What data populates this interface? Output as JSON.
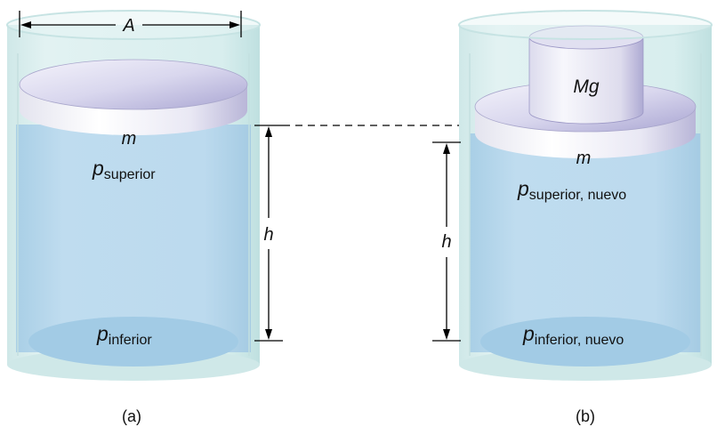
{
  "figure": {
    "panel_a": {
      "width_label": "A",
      "mass_label": "m",
      "top_pressure": {
        "symbol": "p",
        "subscript": "superior"
      },
      "bottom_pressure": {
        "symbol": "p",
        "subscript": "inferior"
      },
      "height_label": "h",
      "caption": "(a)"
    },
    "panel_b": {
      "weight_label": "Mg",
      "mass_label": "m",
      "top_pressure": {
        "symbol": "p",
        "subscript": "superior, nuevo"
      },
      "bottom_pressure": {
        "symbol": "p",
        "subscript": "inferior, nuevo"
      },
      "height_label": "h",
      "caption": "(b)"
    },
    "colors": {
      "glass": "#d5ecec",
      "glass_edge": "#b9dcdc",
      "water": "#b9d8ec",
      "water_bottom": "#9fc8e4",
      "piston_top": "#c6c3e2",
      "piston_side": "#f1f1f8",
      "line": "#000000"
    }
  }
}
